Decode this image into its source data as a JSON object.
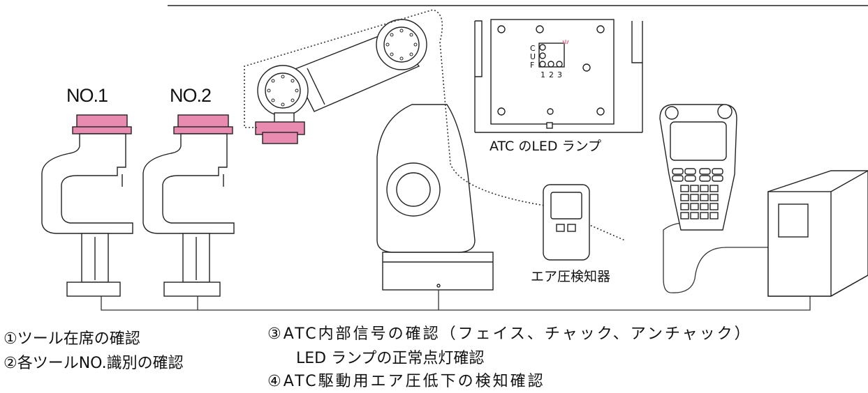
{
  "colors": {
    "tool_pink": "#e98bb0",
    "line": "#222222",
    "background": "#ffffff"
  },
  "tools": [
    {
      "label": "NO.1"
    },
    {
      "label": "NO.2"
    }
  ],
  "atc_panel": {
    "caption": "ATC のLED ランプ",
    "led_rows": [
      "C",
      "U",
      "F"
    ],
    "led_cols": [
      "1",
      "2",
      "3"
    ]
  },
  "air_detector": {
    "caption": "エア圧検知器"
  },
  "notes": {
    "n1": "①ツール在席の確認",
    "n2": "②各ツールNO.識別の確認",
    "n3_line1": "③ATC内部信号の確認（フェイス、チャック、アンチャック）",
    "n3_line2": "LED ランプの正常点灯確認",
    "n4": "④ATC駆動用エア圧低下の検知確認"
  }
}
